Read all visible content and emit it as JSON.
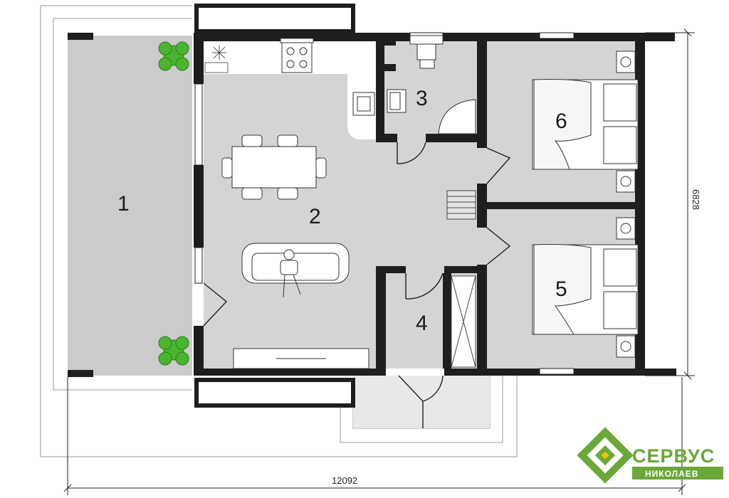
{
  "rooms": [
    {
      "id": "1",
      "label": "1"
    },
    {
      "id": "2",
      "label": "2"
    },
    {
      "id": "3",
      "label": "3"
    },
    {
      "id": "4",
      "label": "4"
    },
    {
      "id": "5",
      "label": "5"
    },
    {
      "id": "6",
      "label": "6"
    }
  ],
  "dimensions": {
    "width": "12092",
    "depth": "6828"
  },
  "logo": {
    "name": "СЕРВУС",
    "city": "НИКОЛАЕВ",
    "color": "#6aa83a"
  },
  "colors": {
    "wall": "#1e1e1e",
    "floor": "#d4d4d4",
    "terrace": "#c9c9c9",
    "plant": "#49b52f"
  }
}
